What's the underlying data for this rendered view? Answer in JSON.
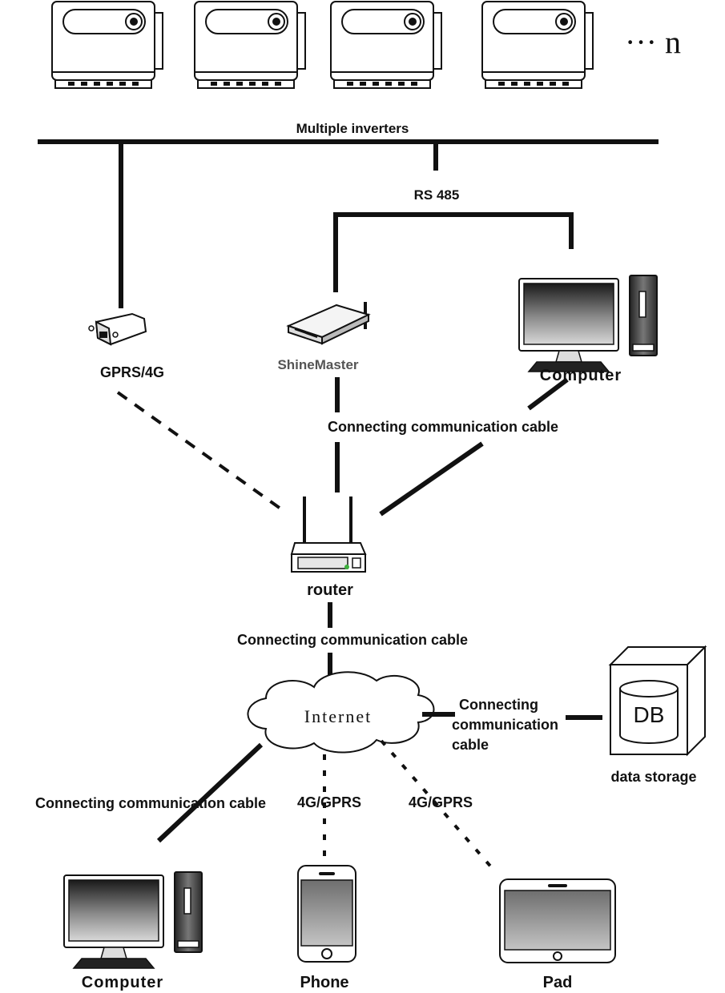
{
  "labels": {
    "n_suffix": "··· n",
    "multiple_inverters": "Multiple inverters",
    "rs485": "RS 485",
    "gprs_4g": "GPRS/4G",
    "shinemaster": "ShineMaster",
    "computer_top": "Computer",
    "cable_top": "Connecting communication cable",
    "router": "router",
    "cable_mid": "Connecting communication cable",
    "internet": "Internet",
    "cable_db_line1": "Connecting",
    "cable_db_line2": "communication",
    "cable_db_line3": "cable",
    "db": "DB",
    "data_storage": "data storage",
    "cable_left": "Connecting communication cable",
    "gprs_phone": "4G/GPRS",
    "gprs_pad": "4G/GPRS",
    "computer_bottom": "Computer",
    "phone": "Phone",
    "pad": "Pad"
  },
  "icons": {
    "inverters": [
      "inverter-icon",
      "inverter-icon",
      "inverter-icon",
      "inverter-icon"
    ],
    "datalogger": "gprs-stick-icon",
    "shinemaster": "shinemaster-icon",
    "computer": "computer-icon",
    "router": "router-icon",
    "cloud": "cloud-icon",
    "database": "database-icon",
    "phone": "phone-icon",
    "tablet": "tablet-icon"
  },
  "colors": {
    "line": "#111111",
    "router_led": "#3db03d"
  }
}
